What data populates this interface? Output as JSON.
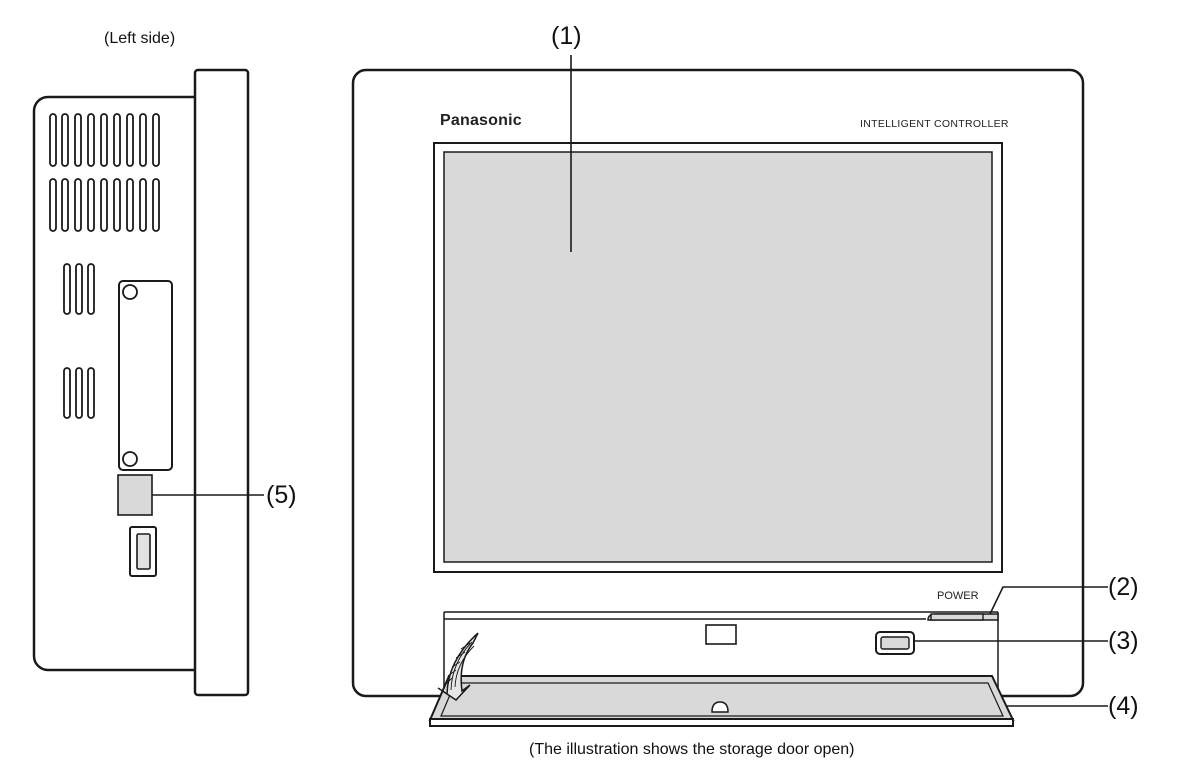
{
  "views": {
    "left_side_caption": "(Left side)",
    "footer_caption": "(The illustration shows the storage door open)"
  },
  "device": {
    "brand": "Panasonic",
    "model_text": "INTELLIGENT CONTROLLER",
    "power_label": "POWER"
  },
  "callouts": {
    "c1": "(1)",
    "c2": "(2)",
    "c3": "(3)",
    "c4": "(4)",
    "c5": "(5)"
  }
}
